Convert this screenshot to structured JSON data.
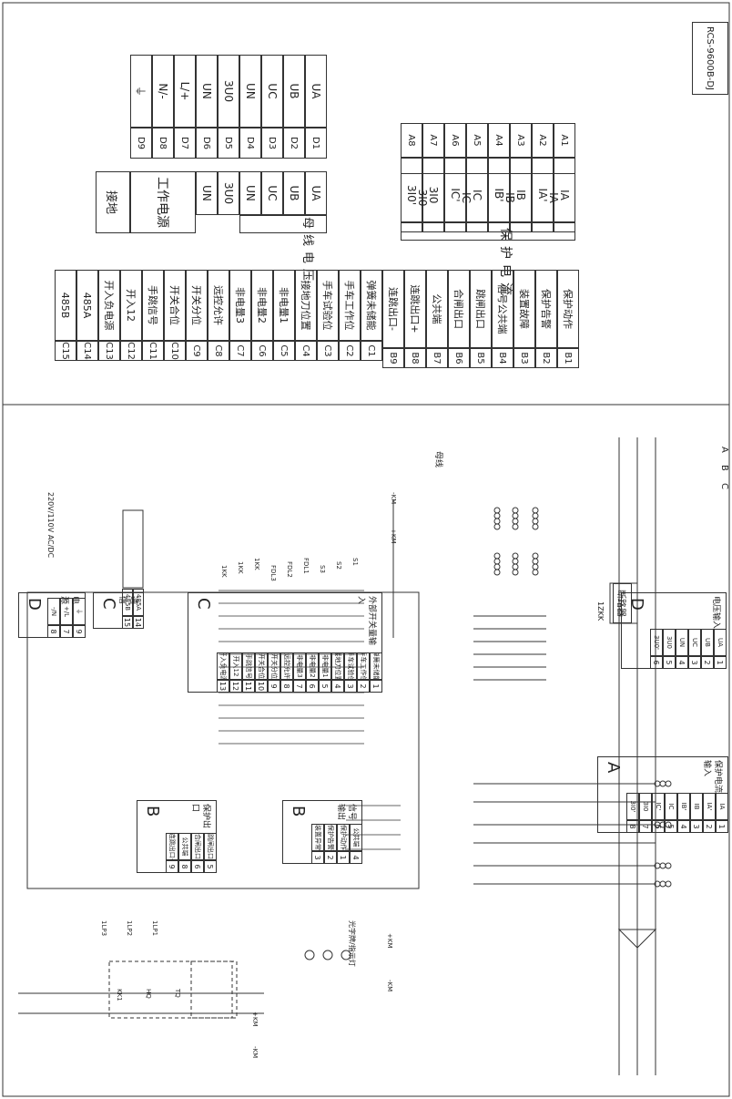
{
  "drawing_no": "RCS-9600B-DJ",
  "table_a": {
    "pins": [
      "A1",
      "A2",
      "A3",
      "A4",
      "A5",
      "A6",
      "A7",
      "A8"
    ],
    "signals": [
      "IA",
      "IA'",
      "IB",
      "IB'",
      "IC",
      "IC'",
      "3I0",
      "3I0'"
    ],
    "group_signals": [
      "IA",
      "IB",
      "IC",
      "3I0"
    ],
    "group_name": "保护电流"
  },
  "table_d": {
    "pins": [
      "D1",
      "D2",
      "D3",
      "D4",
      "D5",
      "D6",
      "D7",
      "D8",
      "D9"
    ],
    "signals": [
      "UA",
      "UB",
      "UC",
      "UN",
      "3U0",
      "UN",
      "L/+",
      "N/-",
      "⏚"
    ],
    "bus_signals": [
      "UA",
      "UB",
      "UC",
      "UN",
      "3U0",
      "UN"
    ],
    "bus_name": "母线电压",
    "power_name": "工作电源",
    "ground_name": "接地"
  },
  "table_b": {
    "pins": [
      "B1",
      "B2",
      "B3",
      "B4",
      "B5",
      "B6",
      "B7",
      "B8",
      "B9"
    ],
    "signals": [
      "保护动作",
      "保护告警",
      "装置故障",
      "信号公共端",
      "跳闸出口",
      "合闸出口",
      "公共端",
      "连跳出口+",
      "连跳出口-"
    ]
  },
  "table_c": {
    "pins": [
      "C1",
      "C2",
      "C3",
      "C4",
      "C5",
      "C6",
      "C7",
      "C8",
      "C9",
      "C10",
      "C11",
      "C12",
      "C13",
      "C14",
      "C15"
    ],
    "signals": [
      "弹簧未储能",
      "手车工作位",
      "手车试验位",
      "接地刀位置",
      "非电量1",
      "非电量2",
      "非电量3",
      "远控允许",
      "开关分位",
      "开关合位",
      "手跳信号",
      "开入12",
      "开入负电源",
      "485A",
      "485B"
    ]
  },
  "schematic": {
    "bus_phases": [
      "A",
      "B",
      "C"
    ],
    "bus_label": "母线",
    "breaker_label": "断路器",
    "kk_label": "1ZKK",
    "pt_block": {
      "letter": "D",
      "title": "电压输入",
      "terms": [
        "1",
        "2",
        "3",
        "4",
        "5",
        "6"
      ],
      "sigs": [
        "UA",
        "UB",
        "UC",
        "UN",
        "3U0",
        "3U0'"
      ]
    },
    "ct_block": {
      "letter": "A",
      "title": "保护电流输入",
      "terms": [
        "1",
        "2",
        "3",
        "4",
        "5",
        "6",
        "7",
        "8"
      ],
      "sigs": [
        "IA",
        "IA'",
        "IB",
        "IB'",
        "IC",
        "IC'",
        "3I0",
        "3I0'"
      ]
    },
    "sig_block": {
      "letter": "B",
      "title": "信号输出",
      "terms": [
        "4",
        "1",
        "2",
        "3"
      ],
      "sigs": [
        "公共端",
        "保护动作",
        "保护告警",
        "装置异常"
      ]
    },
    "trip_block": {
      "letter": "B",
      "title": "保护出口",
      "terms": [
        "5",
        "6",
        "8",
        "9"
      ],
      "sigs": [
        "跳闸出口",
        "合闸出口",
        "公共端",
        "连跳出口-"
      ]
    },
    "bin_block": {
      "letter": "C",
      "title": "外部开关量输入",
      "terms": [
        "1",
        "2",
        "3",
        "4",
        "5",
        "6",
        "7",
        "8",
        "9",
        "10",
        "11",
        "12",
        "13"
      ],
      "sigs": [
        "弹簧未储能",
        "手车工作位",
        "手车试验位",
        "接地刀位置",
        "非电量1",
        "非电量2",
        "非电量3",
        "远控允许",
        "开关分位",
        "开关合位",
        "手跳信号",
        "开入12",
        "开入负电源"
      ]
    },
    "com_block": {
      "letter": "C",
      "title": "通信",
      "terms": [
        "14",
        "15"
      ],
      "sigs": [
        "485A",
        "485B"
      ]
    },
    "pwr_block": {
      "letter": "D",
      "title": "电源",
      "terms": [
        "9",
        "7",
        "8"
      ],
      "sigs": [
        "⏚",
        "+/L",
        "-/N"
      ]
    },
    "supply_label": "220V/110V AC/DC",
    "km_pos": "+KM",
    "km_neg": "-KM",
    "lamp_label": "光字牌/指示灯",
    "switch_labels": [
      "S1",
      "S2",
      "S3",
      "FDL1",
      "FDL2",
      "FDL3",
      "1KK",
      "1KK",
      "1KK"
    ],
    "plate_labels": [
      "1LP1",
      "1LP2",
      "1LP3"
    ],
    "coil_labels": [
      "TQ",
      "HQ",
      "KK1"
    ]
  }
}
